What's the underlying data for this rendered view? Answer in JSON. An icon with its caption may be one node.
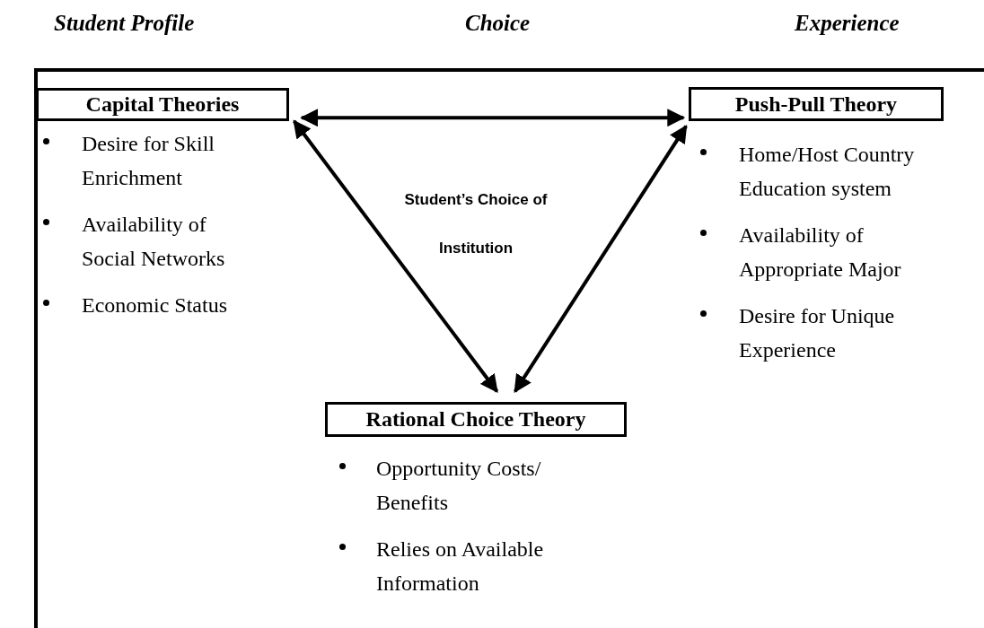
{
  "diagram": {
    "nodes": [
      {
        "text": [
          "Capital Theories"
        ],
        "beside": [
          "Desire for Skill Enrichment",
          "Availability of Social Networks",
          "Economic Status"
        ]
      },
      {
        "text": [
          "Push-Pull Theory"
        ],
        "beside": [
          "Home/Host Country Education system",
          "Availability of Appropriate Major",
          "Desire for Unique Experience"
        ]
      },
      {
        "text": [
          "Rational Choice Theory"
        ],
        "beside": [
          "Opportunity Costs/ Benefits",
          "Relies on Available Information"
        ]
      }
    ],
    "edges": [
      {
        "from": 0,
        "to": 1,
        "arrow": "both"
      },
      {
        "from": 0,
        "to": 2,
        "arrow": "both"
      },
      {
        "from": 1,
        "to": 2,
        "arrow": "both"
      }
    ],
    "labels": [
      "Student Profile",
      "Choice",
      "Experience",
      "Student’s Choice of Institution"
    ]
  }
}
